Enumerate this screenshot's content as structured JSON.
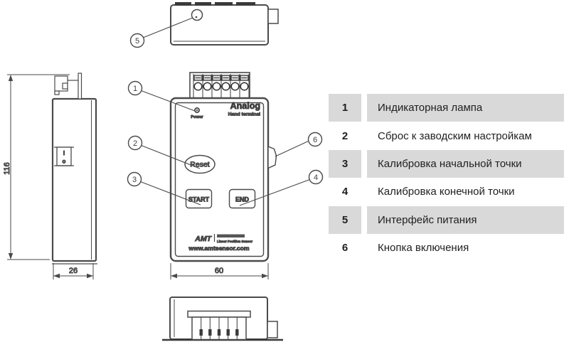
{
  "device": {
    "title": "Analog",
    "subtitle": "Hand terminal",
    "power_led_label": "Power",
    "reset_button_label": "Reset",
    "start_button_label": "START",
    "end_button_label": "END",
    "logo_text": "AMT",
    "logo_tagline": "Linear Position Sensor",
    "website": "www.amtsensor.com"
  },
  "dimensions": {
    "height": "116",
    "depth": "26",
    "width": "60"
  },
  "switch": {
    "on": "I",
    "off": "o"
  },
  "callouts": {
    "c1": "1",
    "c2": "2",
    "c3": "3",
    "c4": "4",
    "c5": "5",
    "c6": "6"
  },
  "legend": {
    "shaded_row_color": "#d9d9d9",
    "rows": [
      {
        "number": "1",
        "label": "Индикаторная лампа"
      },
      {
        "number": "2",
        "label": "Сброс к заводским настройкам"
      },
      {
        "number": "3",
        "label": "Калибровка начальной точки"
      },
      {
        "number": "4",
        "label": "Калибровка конечной точки"
      },
      {
        "number": "5",
        "label": "Интерфейс питания"
      },
      {
        "number": "6",
        "label": "Кнопка включения"
      }
    ]
  }
}
